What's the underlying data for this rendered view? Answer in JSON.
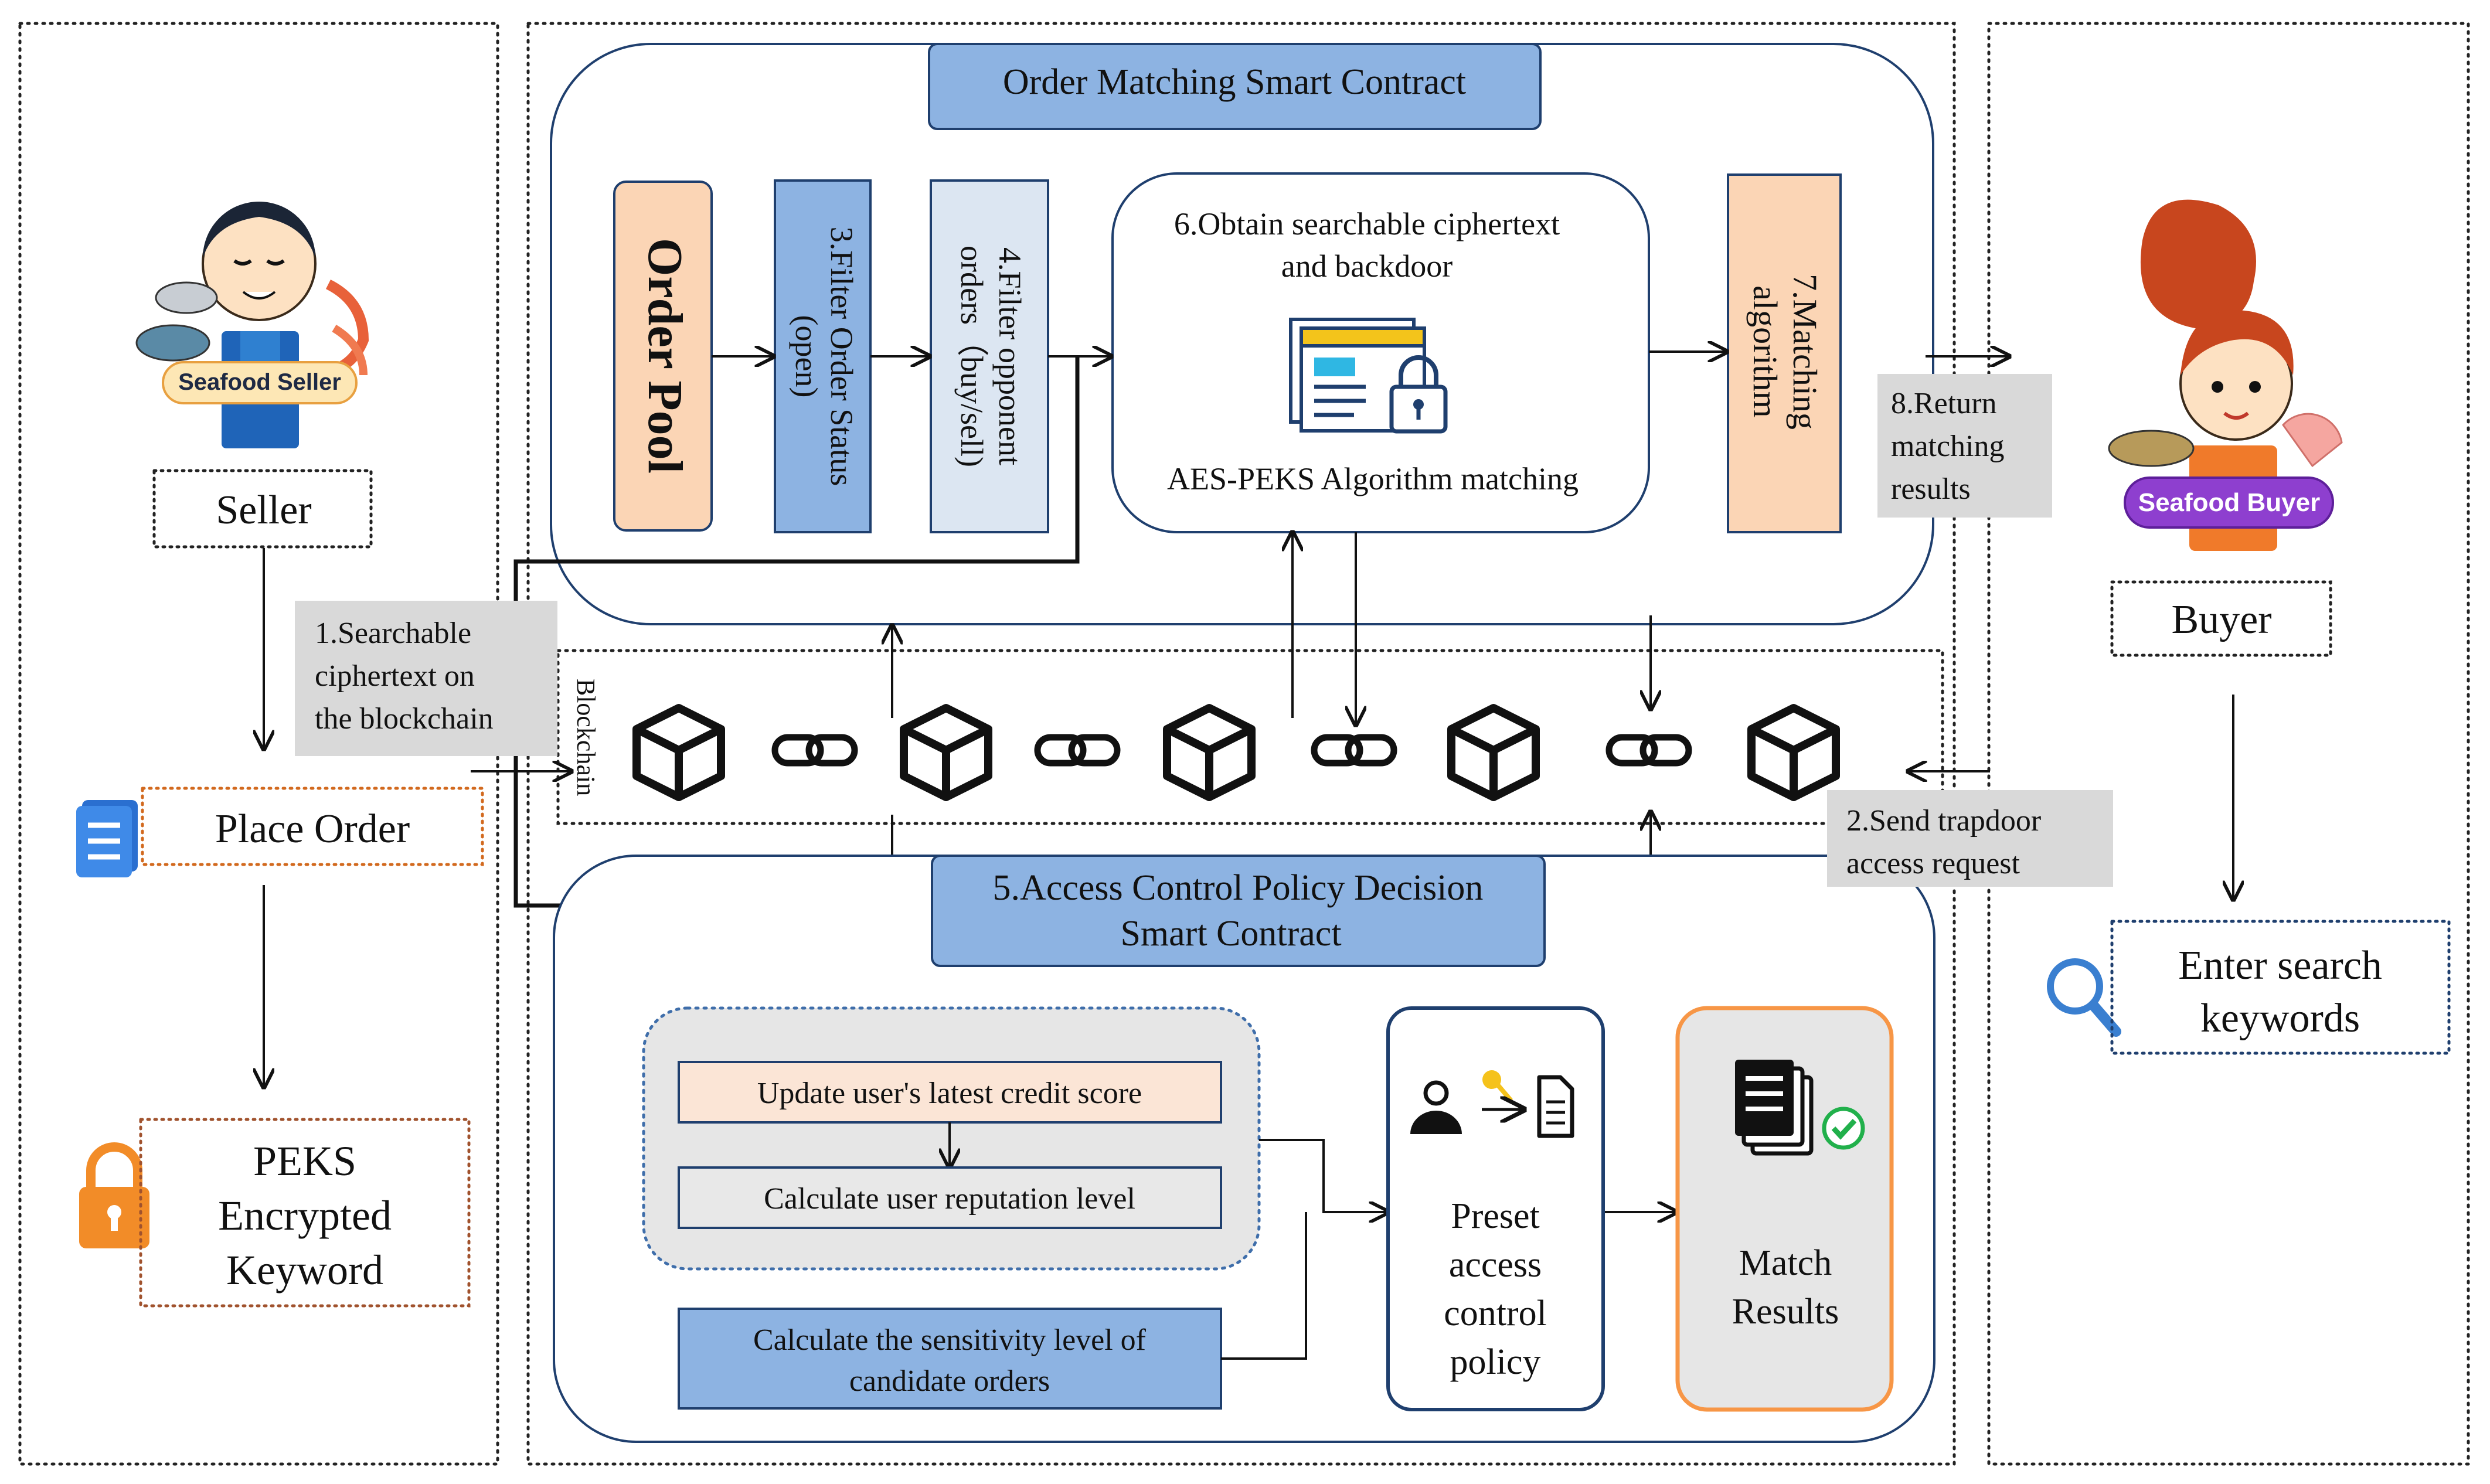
{
  "contract_top": {
    "title": "Order Matching Smart Contract",
    "order_pool": "Order Pool",
    "filter_status": [
      "3.Filter Order Status",
      "(open)"
    ],
    "filter_opponent": [
      "4.Filter opponent",
      "orders（buy/sell)"
    ],
    "obtain": [
      "6.Obtain searchable ciphertext",
      "and backdoor"
    ],
    "aes_peks": "AES-PEKS Algorithm matching",
    "matching_algorithm": [
      "7.Matching",
      "algorithm"
    ]
  },
  "blockchain": {
    "label": "Blockchain",
    "blocks": 5,
    "links": 4
  },
  "contract_bottom": {
    "title": [
      "5.Access Control Policy Decision",
      "Smart Contract"
    ],
    "update_credit": "Update user's latest credit score",
    "calc_reputation": "Calculate user reputation level",
    "calc_sensitivity": [
      "Calculate the sensitivity level of",
      "candidate orders"
    ],
    "preset_policy": [
      "Preset",
      "access",
      "control",
      "policy"
    ],
    "match_results": [
      "Match",
      "Results"
    ]
  },
  "seller_panel": {
    "badge": "Seafood Seller",
    "seller": "Seller",
    "place_order": "Place Order",
    "peks": [
      "PEKS",
      "Encrypted",
      "Keyword"
    ]
  },
  "buyer_panel": {
    "badge": "Seafood Buyer",
    "buyer": "Buyer",
    "search": [
      "Enter search",
      "keywords"
    ]
  },
  "notes": {
    "searchable": [
      "1.Searchable",
      "ciphertext on",
      "the blockchain"
    ],
    "trapdoor": [
      "2.Send trapdoor",
      "access request"
    ],
    "return_results": [
      "8.Return",
      "matching",
      "results"
    ]
  },
  "colors": {
    "blue_box": "#8db3e2",
    "light_blue": "#dce6f2",
    "peach": "#fbd5b5",
    "orange": "#f79646",
    "gray_note": "#d9d9d9",
    "navy": "#1f3f6e"
  }
}
